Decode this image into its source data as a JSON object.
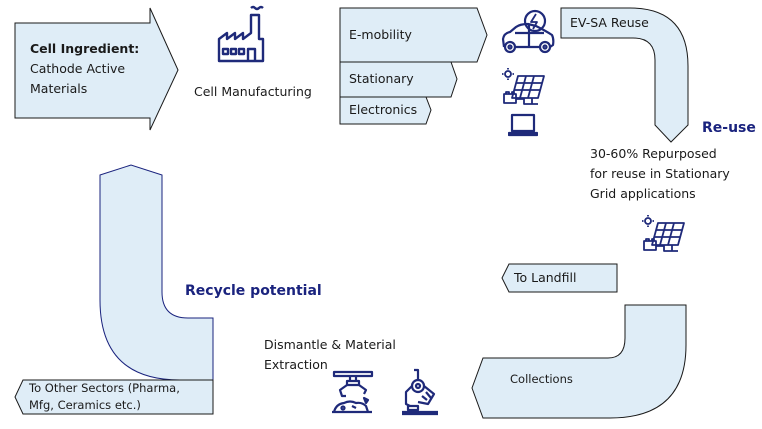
{
  "colors": {
    "shape_fill": "#dfedf7",
    "shape_stroke": "#1a1a1a",
    "recycle_stroke": "#1a237e",
    "icon": "#1f2a7a",
    "accent_text": "#1a237e"
  },
  "ingredient": {
    "title": "Cell Ingredient:",
    "line1": "Cathode Active",
    "line2": "Materials"
  },
  "manufacturing": {
    "label": "Cell Manufacturing",
    "icon": "factory-icon"
  },
  "applications": [
    {
      "label": "E-mobility",
      "icon": "electric-car-icon"
    },
    {
      "label": "Stationary",
      "icon": "solar-panel-icon"
    },
    {
      "label": "Electronics",
      "icon": "laptop-icon"
    }
  ],
  "reuse": {
    "arrow_label": "EV-SA Reuse",
    "heading": "Re-use",
    "desc_line1": "30-60% Repurposed",
    "desc_line2": "for reuse in Stationary",
    "desc_line3": "Grid applications",
    "icon": "solar-panel-icon"
  },
  "landfill": {
    "label": "To Landfill"
  },
  "collections": {
    "label": "Collections"
  },
  "dismantle": {
    "line1": "Dismantle & Material",
    "line2": "Extraction",
    "icons": [
      "robotic-claw-icon",
      "microscope-icon"
    ]
  },
  "recycle": {
    "heading": "Recycle potential"
  },
  "other_sectors": {
    "line1": "To Other Sectors (Pharma,",
    "line2": "Mfg, Ceramics etc.)"
  }
}
